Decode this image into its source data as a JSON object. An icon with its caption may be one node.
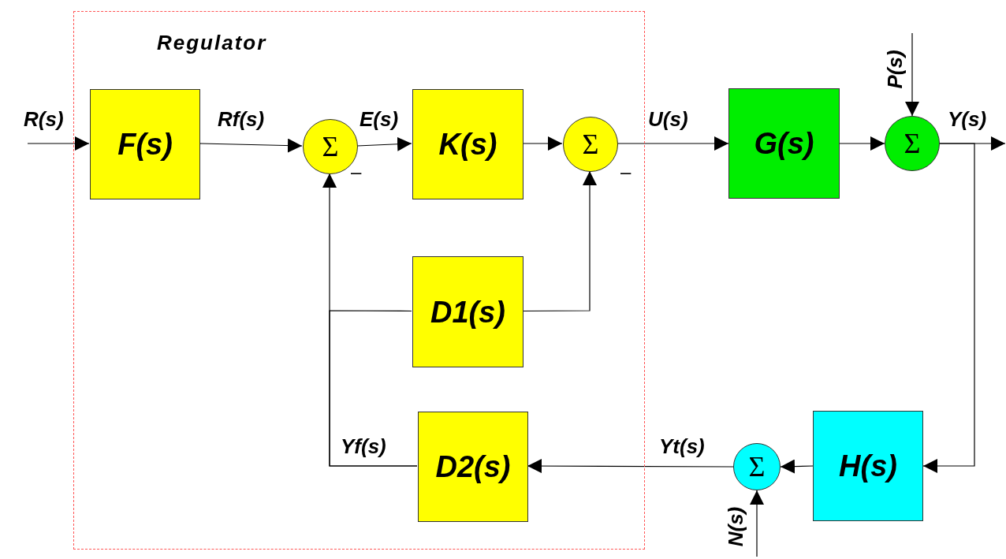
{
  "diagram": {
    "nodes": [
      {
        "text": [
          "Regulator"
        ]
      },
      {
        "text": [
          "F(s)"
        ],
        "in": 0
      },
      {
        "text": [
          "Σ"
        ],
        "in": 0
      },
      {
        "text": [
          "K(s)"
        ],
        "in": 0
      },
      {
        "text": [
          "Σ"
        ],
        "in": 0
      },
      {
        "text": [
          "D1(s)"
        ],
        "in": 0
      },
      {
        "text": [
          "D2(s)"
        ],
        "in": 0
      },
      {
        "text": [
          "G(s)"
        ]
      },
      {
        "text": [
          "Σ"
        ]
      },
      {
        "text": [
          "H(s)"
        ]
      },
      {
        "text": [
          "Σ"
        ]
      }
    ],
    "edges": [
      {
        "from": null,
        "to": 1,
        "arrow": "to",
        "label": "R(s)"
      },
      {
        "from": 1,
        "to": 2,
        "arrow": "to",
        "label": "Rf(s)"
      },
      {
        "from": 2,
        "to": 3,
        "arrow": "to",
        "label": "E(s)"
      },
      {
        "from": 3,
        "to": 4,
        "arrow": "to"
      },
      {
        "from": 4,
        "to": 7,
        "arrow": "to",
        "label": "U(s)"
      },
      {
        "from": 7,
        "to": 8,
        "arrow": "to"
      },
      {
        "from": null,
        "to": 8,
        "arrow": "to",
        "label": "P(s)"
      },
      {
        "from": 8,
        "to": null,
        "arrow": "to",
        "label": "Y(s)"
      },
      {
        "from": 8,
        "to": 9,
        "arrow": "to"
      },
      {
        "from": 9,
        "to": 10,
        "arrow": "to"
      },
      {
        "from": 10,
        "to": 6,
        "arrow": "to",
        "label": "Yt(s)"
      },
      {
        "from": 6,
        "to": 2,
        "arrow": "to",
        "label": "Yf(s)"
      },
      {
        "from": 5,
        "to": 4,
        "arrow": "to"
      },
      {
        "from": 6,
        "to": 5,
        "arrow": "none"
      },
      {
        "from": null,
        "to": 10,
        "arrow": "to",
        "label": "N(s)"
      }
    ],
    "labels": [
      "–",
      "–"
    ]
  }
}
